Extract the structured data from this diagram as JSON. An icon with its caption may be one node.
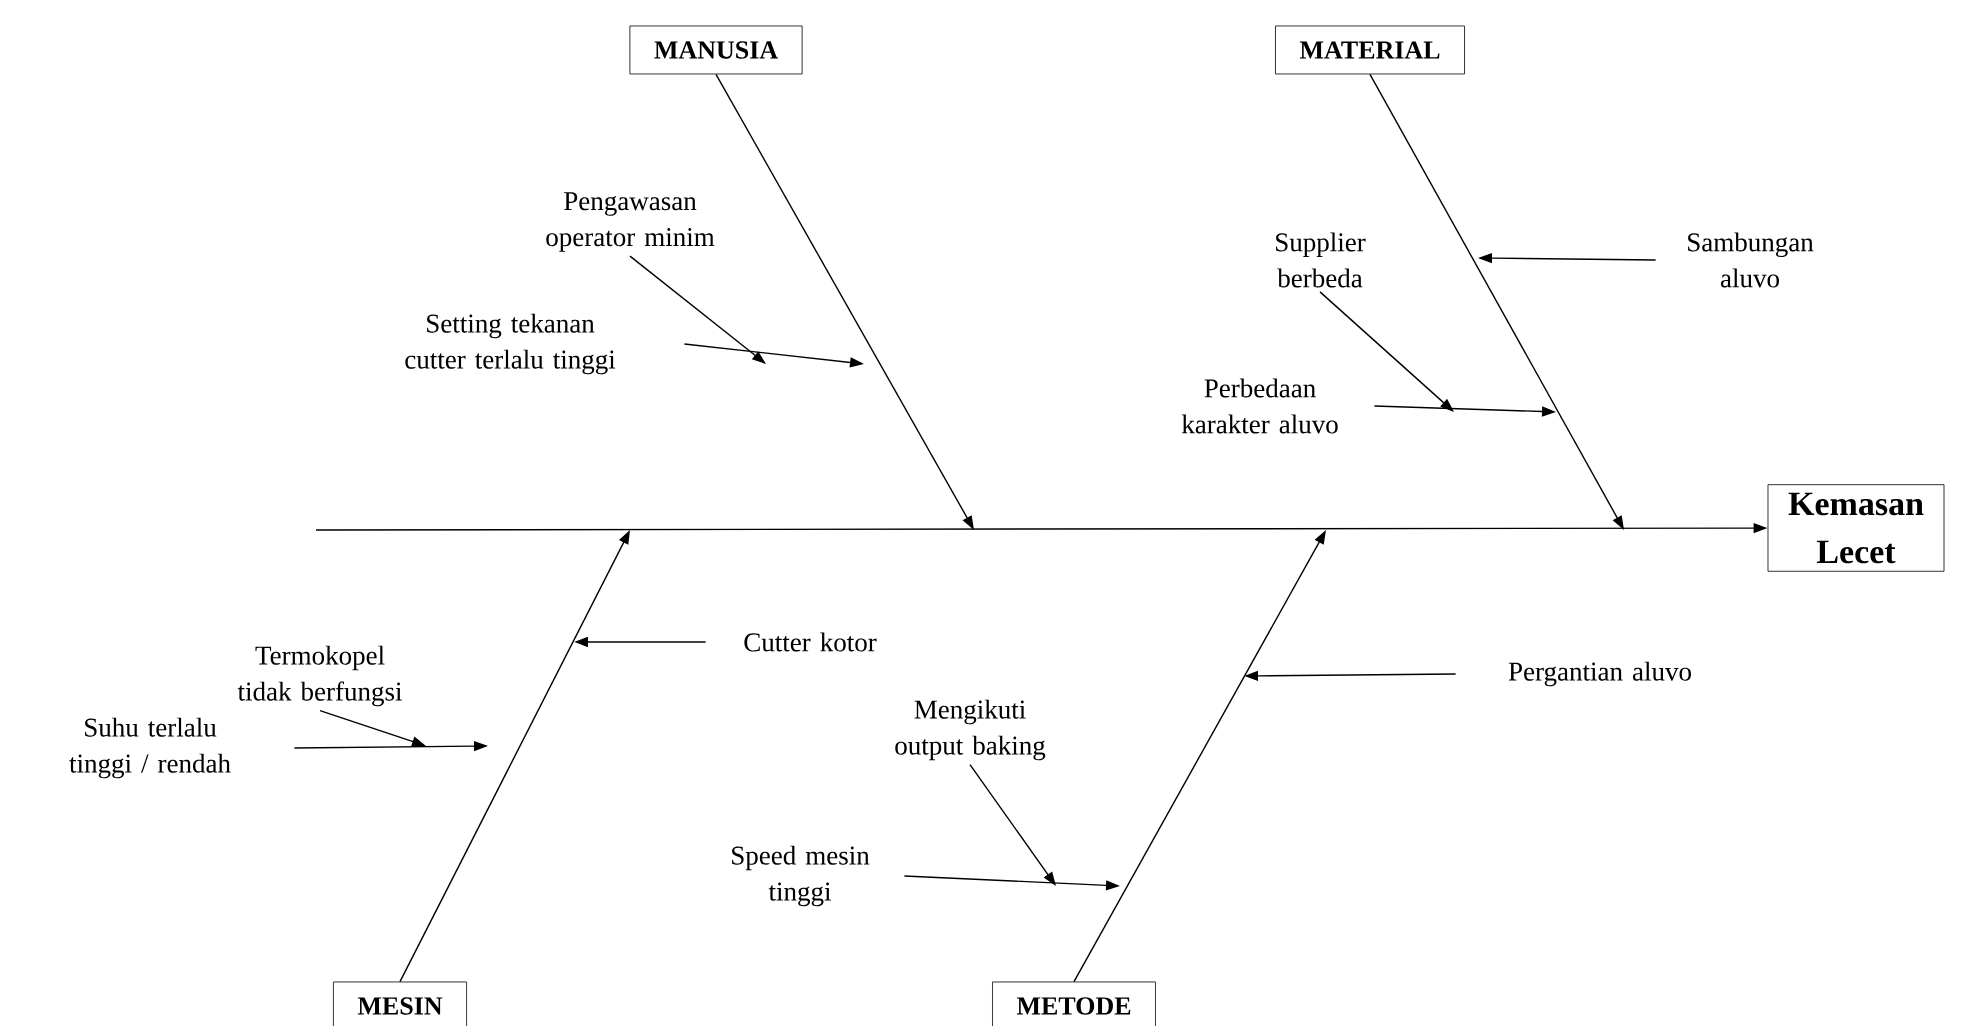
{
  "diagram": {
    "nodes": [
      {
        "text": [
          "MANUSIA"
        ]
      },
      {
        "text": [
          "MATERIAL"
        ]
      },
      {
        "text": [
          "Kemasan Lecet"
        ]
      },
      {
        "text": [
          "MESIN"
        ]
      },
      {
        "text": [
          "METODE"
        ]
      },
      {
        "text": [
          "Pengawasan operator minim"
        ]
      },
      {
        "text": [
          "Setting tekanan cutter terlalu tinggi"
        ]
      },
      {
        "text": [
          "Supplier berbeda"
        ]
      },
      {
        "text": [
          "Sambungan aluvo"
        ]
      },
      {
        "text": [
          "Perbedaan karakter aluvo"
        ]
      },
      {
        "text": [
          "Termokopel tidak berfungsi"
        ]
      },
      {
        "text": [
          "Cutter kotor"
        ]
      },
      {
        "text": [
          "Suhu terlalu tinggi / rendah"
        ]
      },
      {
        "text": [
          "Mengikuti output baking"
        ]
      },
      {
        "text": [
          "Pergantian aluvo"
        ]
      },
      {
        "text": [
          "Speed mesin tinggi"
        ]
      }
    ],
    "edges": [
      {
        "from": null,
        "to": 2,
        "arrow": "to"
      },
      {
        "from": 0,
        "to": null,
        "arrow": "to"
      },
      {
        "from": 1,
        "to": null,
        "arrow": "to"
      },
      {
        "from": 3,
        "to": null,
        "arrow": "to"
      },
      {
        "from": 4,
        "to": null,
        "arrow": "to"
      },
      {
        "from": 6,
        "to": null,
        "arrow": "to"
      },
      {
        "from": 5,
        "to": null,
        "arrow": "to"
      },
      {
        "from": 8,
        "to": null,
        "arrow": "to"
      },
      {
        "from": 7,
        "to": null,
        "arrow": "to"
      },
      {
        "from": 9,
        "to": null,
        "arrow": "to"
      },
      {
        "from": 11,
        "to": null,
        "arrow": "to"
      },
      {
        "from": 10,
        "to": null,
        "arrow": "to"
      },
      {
        "from": 12,
        "to": null,
        "arrow": "to"
      },
      {
        "from": 14,
        "to": null,
        "arrow": "to"
      },
      {
        "from": 13,
        "to": null,
        "arrow": "to"
      },
      {
        "from": 15,
        "to": null,
        "arrow": "to"
      }
    ]
  }
}
